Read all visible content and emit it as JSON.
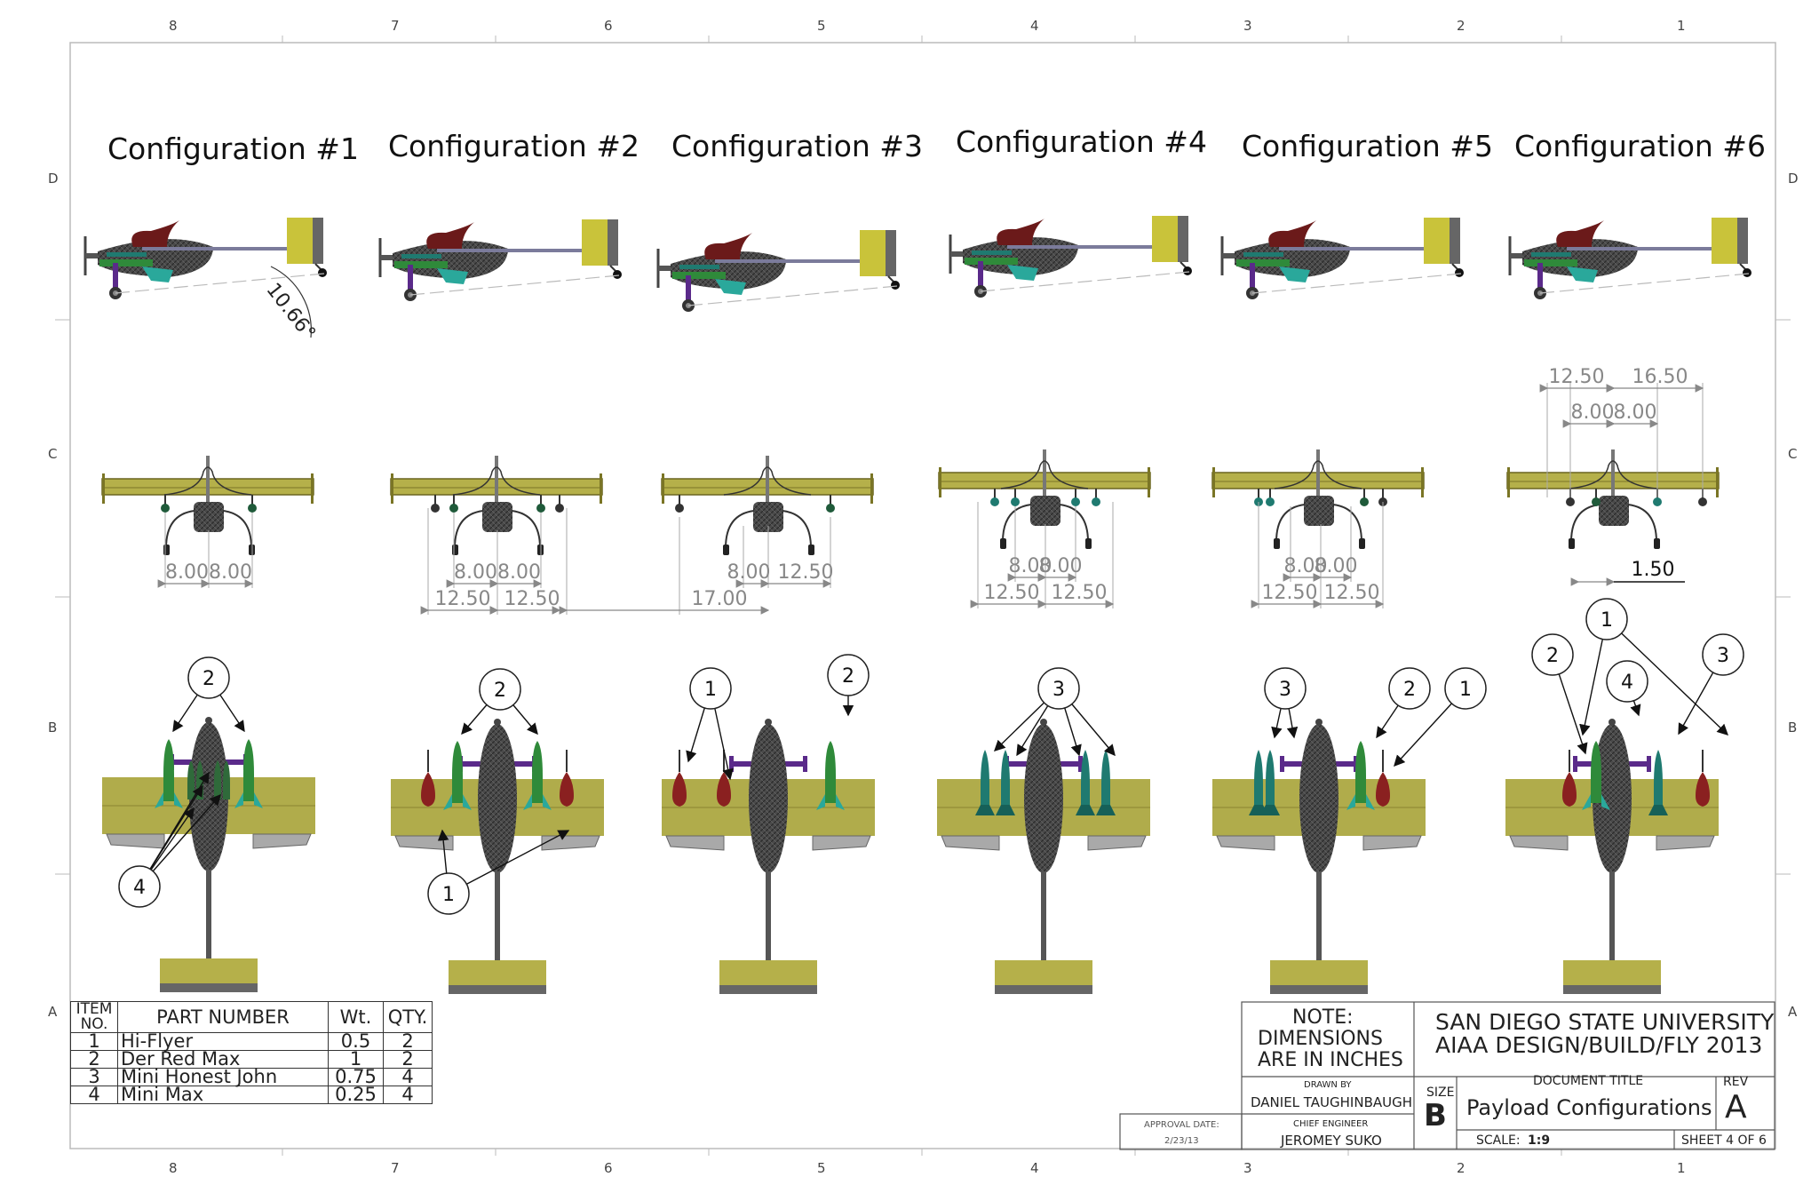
{
  "border": {
    "columns": [
      "8",
      "7",
      "6",
      "5",
      "4",
      "3",
      "2",
      "1"
    ],
    "rows": [
      "D",
      "C",
      "B",
      "A"
    ]
  },
  "configurations": [
    {
      "title": "Configuration #1",
      "side_angle": "10.66°",
      "front_dims": [
        "8.00",
        "8.00"
      ],
      "front_dims_outer": [],
      "callouts": [
        "2",
        "4"
      ]
    },
    {
      "title": "Configuration #2",
      "front_dims": [
        "8.00",
        "8.00"
      ],
      "front_dims_outer": [
        "12.50",
        "12.50"
      ],
      "callouts": [
        "2",
        "1"
      ]
    },
    {
      "title": "Configuration #3",
      "front_dims": [
        "8.00",
        "12.50"
      ],
      "front_dims_outer": [
        "17.00"
      ],
      "callouts": [
        "1",
        "2"
      ]
    },
    {
      "title": "Configuration #4",
      "front_dims": [
        "8.00",
        "8.00"
      ],
      "front_dims_outer": [
        "12.50",
        "12.50"
      ],
      "callouts": [
        "3"
      ]
    },
    {
      "title": "Configuration #5",
      "front_dims": [
        "8.00",
        "8.00"
      ],
      "front_dims_outer": [
        "12.50",
        "12.50"
      ],
      "callouts": [
        "3",
        "2",
        "1"
      ]
    },
    {
      "title": "Configuration #6",
      "front_dims": [
        "8.00",
        "8.00"
      ],
      "front_dims_outer": [
        "12.50",
        "16.50"
      ],
      "offset_dim": "1.50",
      "callouts": [
        "1",
        "2",
        "4",
        "3"
      ]
    }
  ],
  "bom": {
    "headers": {
      "item": "ITEM NO.",
      "part": "PART NUMBER",
      "wt": "Wt.",
      "qty": "QTY."
    },
    "rows": [
      {
        "item": "1",
        "part": "Hi-Flyer",
        "wt": "0.5",
        "qty": "2"
      },
      {
        "item": "2",
        "part": "Der Red Max",
        "wt": "1",
        "qty": "2"
      },
      {
        "item": "3",
        "part": "Mini Honest John",
        "wt": "0.75",
        "qty": "4"
      },
      {
        "item": "4",
        "part": "Mini Max",
        "wt": "0.25",
        "qty": "4"
      }
    ]
  },
  "title_block": {
    "note": [
      "NOTE:",
      "DIMENSIONS",
      "ARE IN INCHES"
    ],
    "org_line1": "SAN DIEGO STATE UNIVERSITY",
    "org_line2": "AIAA DESIGN/BUILD/FLY 2013",
    "drawn_by_label": "DRAWN BY",
    "drawn_by": "DANIEL TAUGHINBAUGH",
    "chief_engineer_label": "CHIEF ENGINEER",
    "chief_engineer": "JEROMEY SUKO",
    "approval_label": "APPROVAL DATE:",
    "approval_date": "2/23/13",
    "size_label": "SIZE",
    "size": "B",
    "doc_title_label": "DOCUMENT TITLE",
    "doc_title": "Payload Configurations",
    "rev_label": "REV",
    "rev": "A",
    "scale_label": "SCALE:",
    "scale": "1:9",
    "sheet": "SHEET 4 OF 6"
  },
  "colors": {
    "wing": "#b5b04a",
    "wing_dark": "#7a7525",
    "fuselage": "#4a4a4a",
    "tail_fin": "#c9c33a",
    "canopy": "#6b1a1a",
    "store_green": "#2f8a3a",
    "store_red": "#8a2020",
    "store_teal": "#1f7a70",
    "gear": "#5a2a8a",
    "dim": "#888888"
  }
}
